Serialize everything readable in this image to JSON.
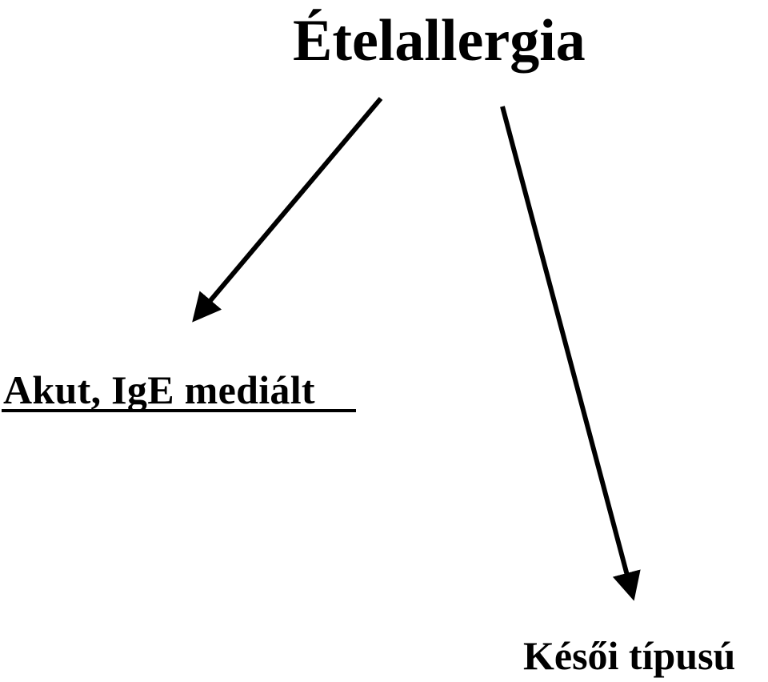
{
  "diagram": {
    "root": {
      "label": "Ételallergia"
    },
    "children": [
      {
        "label": "Akut, IgE mediált"
      },
      {
        "label": "Késői típusú"
      }
    ]
  },
  "colors": {
    "text": "#000000",
    "arrow": "#000000",
    "background": "#ffffff"
  }
}
